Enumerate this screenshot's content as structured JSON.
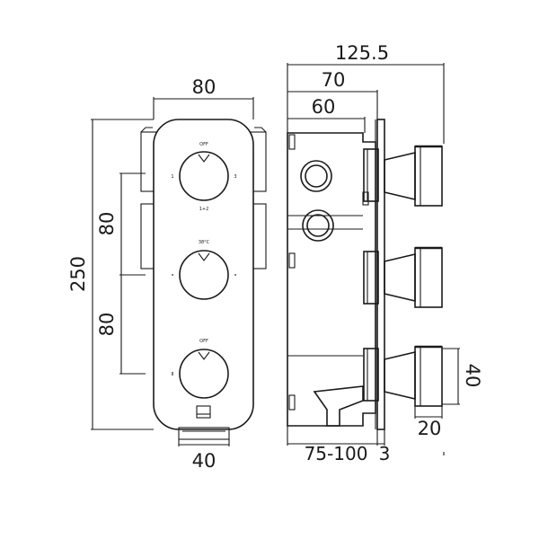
{
  "dimensions": {
    "front_width": "80",
    "front_height": "250",
    "front_spacing_upper": "80",
    "front_spacing_lower": "80",
    "front_base_width": "40",
    "side_total_depth": "125.5",
    "side_depth_70": "70",
    "side_depth_60": "60",
    "side_install_depth": "75-100",
    "side_plate": "3",
    "handle_height": "40",
    "handle_width": "20"
  },
  "dial_labels": {
    "top_dial": {
      "top": "OFF",
      "left": "1",
      "right": "3",
      "bottom": "1+2"
    },
    "middle_dial": {
      "top": "38°C"
    },
    "bottom_dial": {
      "top": "OFF"
    }
  }
}
